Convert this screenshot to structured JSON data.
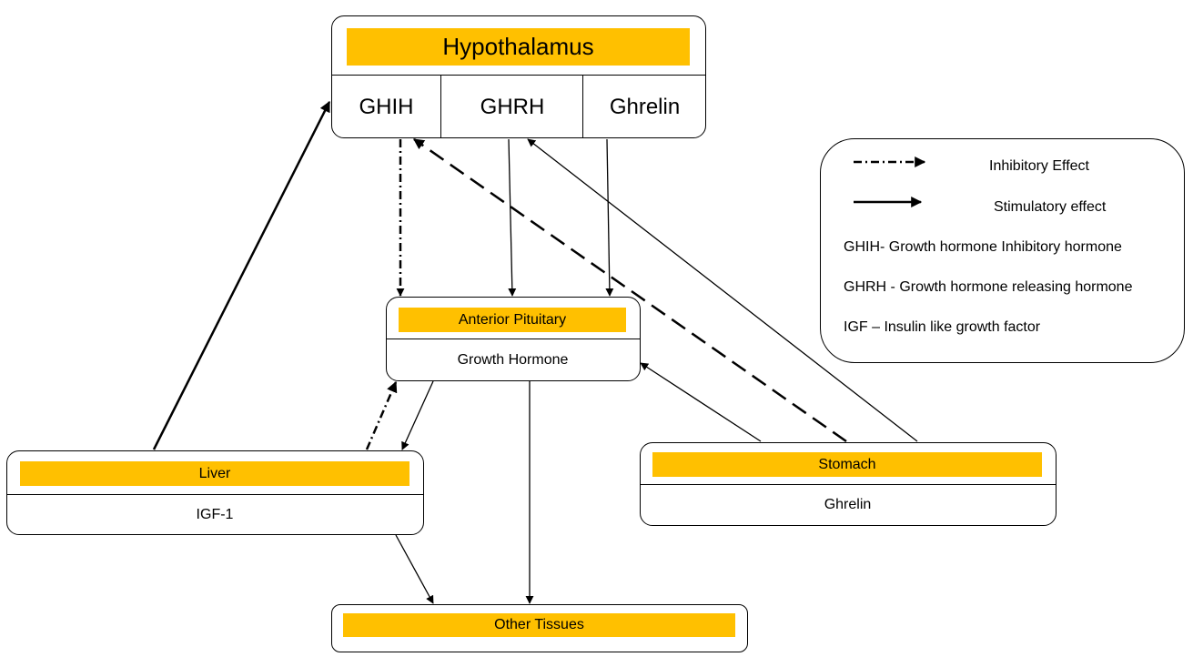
{
  "hypothalamus": {
    "title": "Hypothalamus",
    "cells": [
      "GHIH",
      "GHRH",
      "Ghrelin"
    ]
  },
  "pituitary": {
    "title": "Anterior Pituitary",
    "content": "Growth Hormone"
  },
  "liver": {
    "title": "Liver",
    "content": "IGF-1"
  },
  "stomach": {
    "title": "Stomach",
    "content": "Ghrelin"
  },
  "other_tissues": {
    "title": "Other Tissues"
  },
  "legend": {
    "inhibitory": "Inhibitory Effect",
    "stimulatory": "Stimulatory effect",
    "ghih_def": "GHIH- Growth hormone Inhibitory hormone",
    "ghrh_def": "GHRH - Growth hormone releasing hormone",
    "igf_def": "IGF – Insulin like growth factor"
  },
  "colors": {
    "header_fill": "#FFC000",
    "line": "#000000"
  }
}
